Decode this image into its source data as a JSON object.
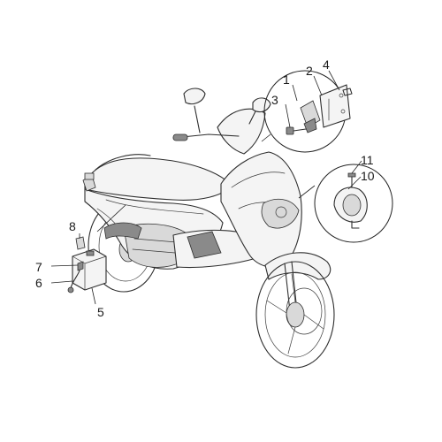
{
  "callouts": [
    {
      "id": "1",
      "label": "1"
    },
    {
      "id": "2",
      "label": "2"
    },
    {
      "id": "3",
      "label": "3"
    },
    {
      "id": "4",
      "label": "4"
    },
    {
      "id": "5",
      "label": "5"
    },
    {
      "id": "6",
      "label": "6"
    },
    {
      "id": "7",
      "label": "7"
    },
    {
      "id": "8",
      "label": "8"
    },
    {
      "id": "10",
      "label": "10"
    },
    {
      "id": "11",
      "label": "11"
    }
  ]
}
